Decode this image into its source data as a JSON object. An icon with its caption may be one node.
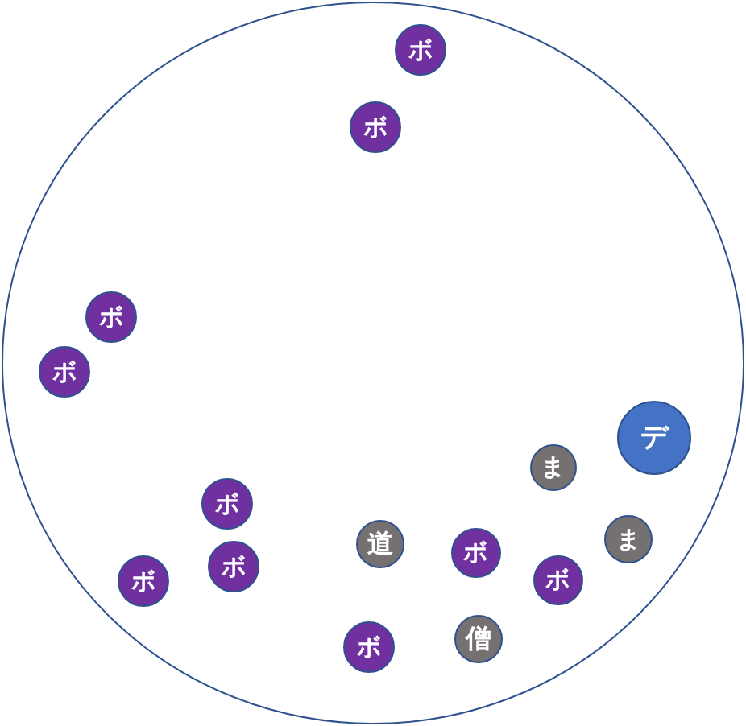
{
  "diagram": {
    "nodes": [
      {
        "text": [],
        "shape": "circle"
      },
      {
        "text": [
          "ボ"
        ],
        "in": 0
      },
      {
        "text": [
          "ボ"
        ],
        "in": 0
      },
      {
        "text": [
          "ボ"
        ],
        "in": 0
      },
      {
        "text": [
          "ボ"
        ],
        "in": 0
      },
      {
        "text": [
          "デ"
        ],
        "in": 0
      },
      {
        "text": [
          "ま"
        ],
        "in": 0
      },
      {
        "text": [
          "ボ"
        ],
        "in": 0
      },
      {
        "text": [
          "ま"
        ],
        "in": 0
      },
      {
        "text": [
          "道"
        ],
        "in": 0
      },
      {
        "text": [
          "ボ"
        ],
        "in": 0
      },
      {
        "text": [
          "ボ"
        ],
        "in": 0
      },
      {
        "text": [
          "ボ"
        ],
        "in": 0
      },
      {
        "text": [
          "ボ"
        ],
        "in": 0
      },
      {
        "text": [
          "僧"
        ],
        "in": 0
      },
      {
        "text": [
          "ボ"
        ],
        "in": 0
      }
    ]
  }
}
